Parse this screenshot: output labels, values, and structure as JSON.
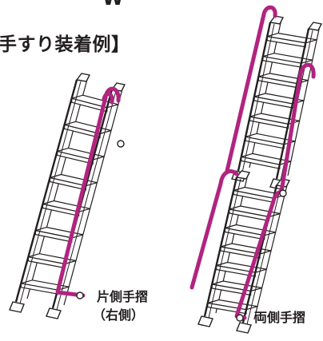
{
  "header": {
    "top_fragment": "W",
    "title": "手すり装着例】"
  },
  "captions": {
    "single_line1": "片側手摺",
    "single_line2": "（右側）",
    "double": "両側手摺"
  },
  "figures": {
    "single_ladder_steps": 8,
    "double_ladder_steps": 14
  },
  "colors": {
    "handrail": "#b0247f",
    "line": "#231f20",
    "background": "#ffffff"
  }
}
